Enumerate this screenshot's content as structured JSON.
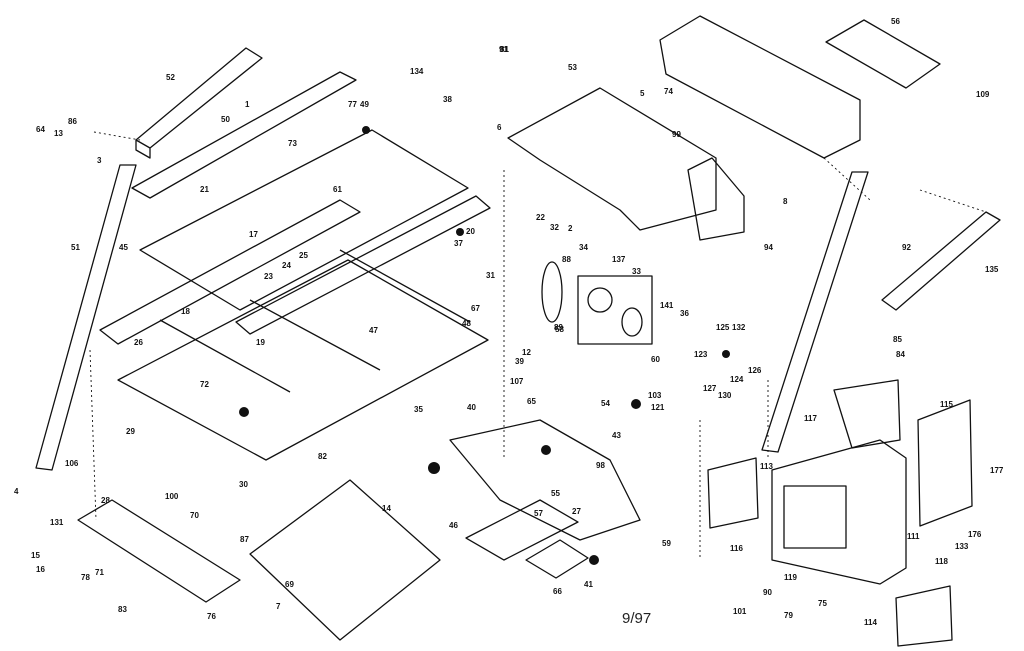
{
  "date_code": "9/97",
  "parts": [
    {
      "id": "lbl-1",
      "text": "1"
    },
    {
      "id": "lbl-2",
      "text": "2"
    },
    {
      "id": "lbl-3",
      "text": "3"
    },
    {
      "id": "lbl-4",
      "text": "4"
    },
    {
      "id": "lbl-5",
      "text": "5"
    },
    {
      "id": "lbl-6",
      "text": "6"
    },
    {
      "id": "lbl-7",
      "text": "7"
    },
    {
      "id": "lbl-8",
      "text": "8"
    },
    {
      "id": "lbl-12",
      "text": "12"
    },
    {
      "id": "lbl-13",
      "text": "13"
    },
    {
      "id": "lbl-14",
      "text": "14"
    },
    {
      "id": "lbl-15",
      "text": "15"
    },
    {
      "id": "lbl-16",
      "text": "16"
    },
    {
      "id": "lbl-17",
      "text": "17"
    },
    {
      "id": "lbl-18",
      "text": "18"
    },
    {
      "id": "lbl-19",
      "text": "19"
    },
    {
      "id": "lbl-20",
      "text": "20"
    },
    {
      "id": "lbl-21",
      "text": "21"
    },
    {
      "id": "lbl-22",
      "text": "22"
    },
    {
      "id": "lbl-23",
      "text": "23"
    },
    {
      "id": "lbl-24",
      "text": "24"
    },
    {
      "id": "lbl-25",
      "text": "25"
    },
    {
      "id": "lbl-26",
      "text": "26"
    },
    {
      "id": "lbl-27",
      "text": "27"
    },
    {
      "id": "lbl-28",
      "text": "28"
    },
    {
      "id": "lbl-29",
      "text": "29"
    },
    {
      "id": "lbl-30",
      "text": "30"
    },
    {
      "id": "lbl-31",
      "text": "31"
    },
    {
      "id": "lbl-32",
      "text": "32"
    },
    {
      "id": "lbl-33",
      "text": "33"
    },
    {
      "id": "lbl-34",
      "text": "34"
    },
    {
      "id": "lbl-35",
      "text": "35"
    },
    {
      "id": "lbl-36",
      "text": "36"
    },
    {
      "id": "lbl-37",
      "text": "37"
    },
    {
      "id": "lbl-38",
      "text": "38"
    },
    {
      "id": "lbl-39",
      "text": "39"
    },
    {
      "id": "lbl-40",
      "text": "40"
    },
    {
      "id": "lbl-41",
      "text": "41"
    },
    {
      "id": "lbl-43",
      "text": "43"
    },
    {
      "id": "lbl-45",
      "text": "45"
    },
    {
      "id": "lbl-46",
      "text": "46"
    },
    {
      "id": "lbl-47",
      "text": "47"
    },
    {
      "id": "lbl-48",
      "text": "48"
    },
    {
      "id": "lbl-49",
      "text": "49"
    },
    {
      "id": "lbl-50",
      "text": "50"
    },
    {
      "id": "lbl-51",
      "text": "51"
    },
    {
      "id": "lbl-52",
      "text": "52"
    },
    {
      "id": "lbl-53",
      "text": "53"
    },
    {
      "id": "lbl-54",
      "text": "54"
    },
    {
      "id": "lbl-55",
      "text": "55"
    },
    {
      "id": "lbl-56",
      "text": "56"
    },
    {
      "id": "lbl-57",
      "text": "57"
    },
    {
      "id": "lbl-58",
      "text": "58"
    },
    {
      "id": "lbl-59",
      "text": "59"
    },
    {
      "id": "lbl-60",
      "text": "60"
    },
    {
      "id": "lbl-61",
      "text": "61"
    },
    {
      "id": "lbl-64",
      "text": "64"
    },
    {
      "id": "lbl-65",
      "text": "65"
    },
    {
      "id": "lbl-66",
      "text": "66"
    },
    {
      "id": "lbl-67",
      "text": "67"
    },
    {
      "id": "lbl-69",
      "text": "69"
    },
    {
      "id": "lbl-70",
      "text": "70"
    },
    {
      "id": "lbl-71",
      "text": "71"
    },
    {
      "id": "lbl-72",
      "text": "72"
    },
    {
      "id": "lbl-73",
      "text": "73"
    },
    {
      "id": "lbl-74",
      "text": "74"
    },
    {
      "id": "lbl-75",
      "text": "75"
    },
    {
      "id": "lbl-76",
      "text": "76"
    },
    {
      "id": "lbl-77",
      "text": "77"
    },
    {
      "id": "lbl-78",
      "text": "78"
    },
    {
      "id": "lbl-79",
      "text": "79"
    },
    {
      "id": "lbl-81",
      "text": "81"
    },
    {
      "id": "lbl-82",
      "text": "82"
    },
    {
      "id": "lbl-83",
      "text": "83"
    },
    {
      "id": "lbl-84",
      "text": "84"
    },
    {
      "id": "lbl-85",
      "text": "85"
    },
    {
      "id": "lbl-86",
      "text": "86"
    },
    {
      "id": "lbl-87",
      "text": "87"
    },
    {
      "id": "lbl-88",
      "text": "88"
    },
    {
      "id": "lbl-89",
      "text": "89"
    },
    {
      "id": "lbl-90",
      "text": "90"
    },
    {
      "id": "lbl-91",
      "text": "91"
    },
    {
      "id": "lbl-92",
      "text": "92"
    },
    {
      "id": "lbl-94",
      "text": "94"
    },
    {
      "id": "lbl-98",
      "text": "98"
    },
    {
      "id": "lbl-99",
      "text": "99"
    },
    {
      "id": "lbl-100",
      "text": "100"
    },
    {
      "id": "lbl-101",
      "text": "101"
    },
    {
      "id": "lbl-103",
      "text": "103"
    },
    {
      "id": "lbl-106",
      "text": "106"
    },
    {
      "id": "lbl-107",
      "text": "107"
    },
    {
      "id": "lbl-109",
      "text": "109"
    },
    {
      "id": "lbl-111",
      "text": "111"
    },
    {
      "id": "lbl-113",
      "text": "113"
    },
    {
      "id": "lbl-114",
      "text": "114"
    },
    {
      "id": "lbl-115",
      "text": "115"
    },
    {
      "id": "lbl-116",
      "text": "116"
    },
    {
      "id": "lbl-117",
      "text": "117"
    },
    {
      "id": "lbl-118",
      "text": "118"
    },
    {
      "id": "lbl-119",
      "text": "119"
    },
    {
      "id": "lbl-121",
      "text": "121"
    },
    {
      "id": "lbl-123",
      "text": "123"
    },
    {
      "id": "lbl-124",
      "text": "124"
    },
    {
      "id": "lbl-125",
      "text": "125"
    },
    {
      "id": "lbl-126",
      "text": "126"
    },
    {
      "id": "lbl-127",
      "text": "127"
    },
    {
      "id": "lbl-130",
      "text": "130"
    },
    {
      "id": "lbl-131",
      "text": "131"
    },
    {
      "id": "lbl-132",
      "text": "132"
    },
    {
      "id": "lbl-133",
      "text": "133"
    },
    {
      "id": "lbl-134",
      "text": "134"
    },
    {
      "id": "lbl-135",
      "text": "135"
    },
    {
      "id": "lbl-137",
      "text": "137"
    },
    {
      "id": "lbl-141",
      "text": "141"
    },
    {
      "id": "lbl-176",
      "text": "176"
    },
    {
      "id": "lbl-177",
      "text": "177"
    }
  ]
}
